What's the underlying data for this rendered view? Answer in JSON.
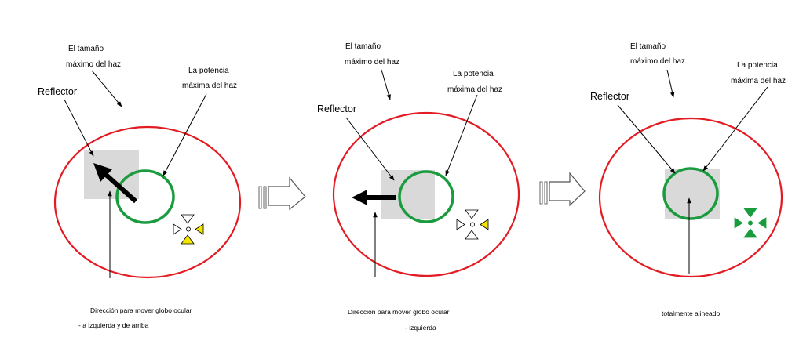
{
  "colors": {
    "beam": "#e31b23",
    "power": "#1a9c3e",
    "reflector_fill": "#d9d9d9",
    "arrow": "#000000",
    "indicator_active": "#f5e600",
    "indicator_ok": "#1a9c3e",
    "step_arrow": "#666666"
  },
  "panels": [
    {
      "label_beam_size_1": "El tamaño",
      "label_beam_size_2": "máximo del haz",
      "label_power_1": "La potencia",
      "label_power_2": "máxima del haz",
      "label_reflector": "Reflector",
      "caption_1": "Dirección para mover globo ocular",
      "caption_2": "- a izquierda y de arriba",
      "move_direction": "up-left",
      "indicator": {
        "top": "outline",
        "left": "outline",
        "right": "yellow",
        "bottom": "yellow",
        "center": "outline"
      }
    },
    {
      "label_beam_size_1": "El tamaño",
      "label_beam_size_2": "máximo del haz",
      "label_power_1": "La potencia",
      "label_power_2": "máxima del haz",
      "label_reflector": "Reflector",
      "caption_1": "Dirección para mover globo ocular",
      "caption_2": "- izquierda",
      "move_direction": "left",
      "indicator": {
        "top": "outline",
        "left": "outline",
        "right": "yellow",
        "bottom": "outline",
        "center": "outline"
      }
    },
    {
      "label_beam_size_1": "El tamaño",
      "label_beam_size_2": "máximo del haz",
      "label_power_1": "La potencia",
      "label_power_2": "máxima del haz",
      "label_reflector": "Reflector",
      "caption_1": "totalmente alineado",
      "caption_2": "",
      "move_direction": "none",
      "indicator": {
        "top": "green",
        "left": "green",
        "right": "green",
        "bottom": "green",
        "center": "green"
      }
    }
  ]
}
